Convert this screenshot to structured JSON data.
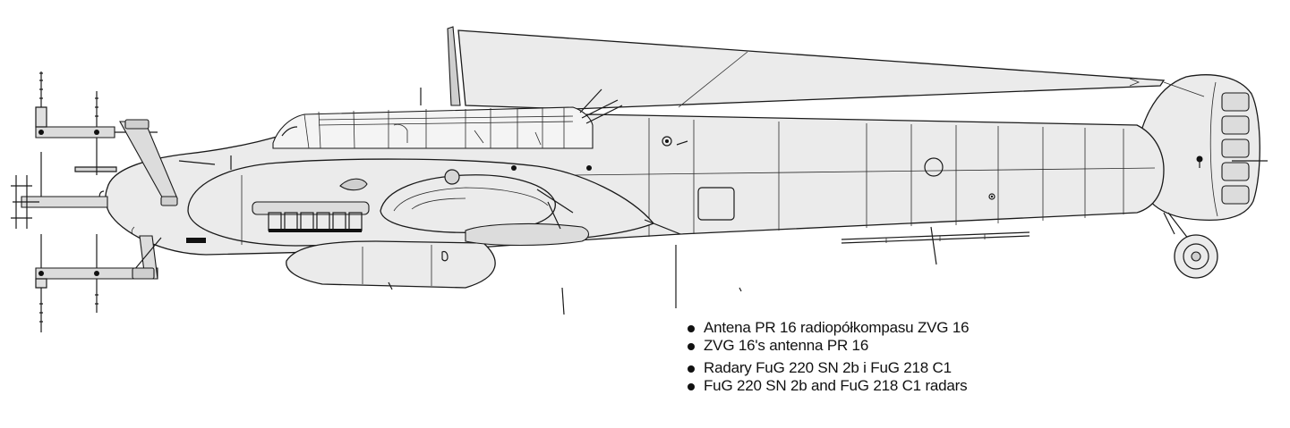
{
  "legend": {
    "items": [
      "Antena PR 16 radiopółkompasu ZVG 16",
      "ZVG 16's antenna PR 16",
      "Radary FuG 220 SN 2b i FuG 218 C1",
      "FuG 220 SN 2b and FuG 218 C1 radars"
    ]
  },
  "colors": {
    "line": "#1a1a1a",
    "skin": "#ebebeb",
    "background": "#ffffff"
  }
}
